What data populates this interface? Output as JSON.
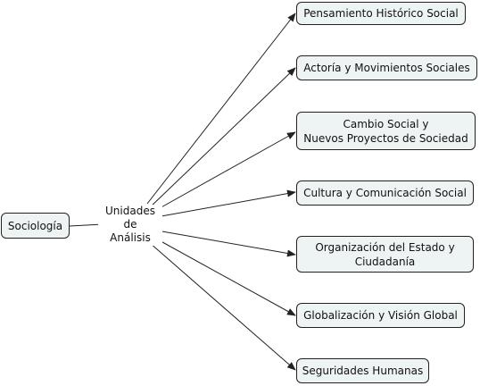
{
  "concept_map": {
    "root": {
      "label": "Sociología"
    },
    "linking_phrase": "Unidades\nde\nAnálisis",
    "children": [
      {
        "label": "Pensamiento Histórico Social"
      },
      {
        "label": "Actoría y Movimientos Sociales"
      },
      {
        "label": "Cambio Social y\nNuevos Proyectos de Sociedad"
      },
      {
        "label": "Cultura y Comunicación Social"
      },
      {
        "label": "Organización del Estado y\nCiudadanía"
      },
      {
        "label": "Globalización y Visión Global"
      },
      {
        "label": "Seguridades Humanas"
      }
    ]
  },
  "colors": {
    "node_fill": "#eef3f4",
    "stroke": "#222222",
    "background": "#ffffff"
  }
}
